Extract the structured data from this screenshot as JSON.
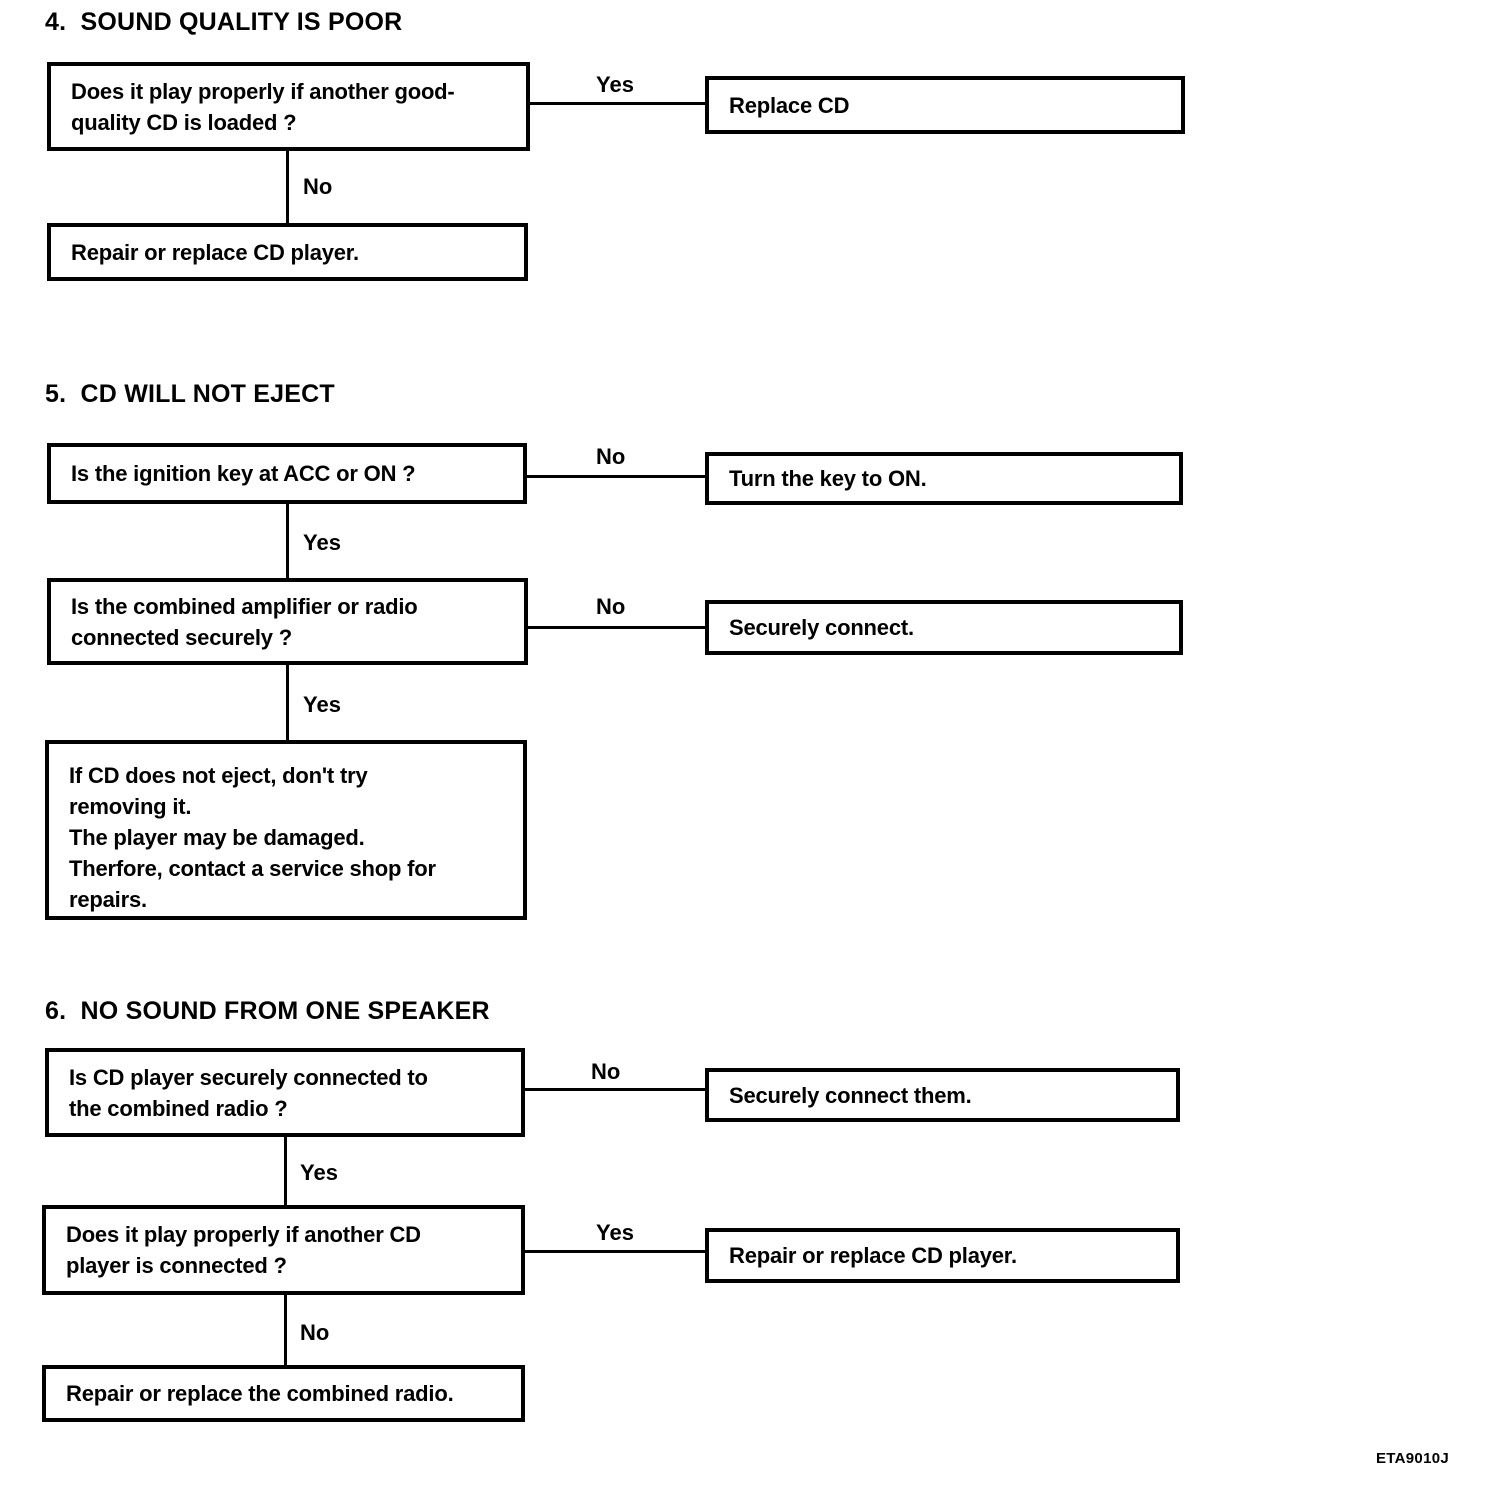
{
  "section4": {
    "title": "4.  SOUND QUALITY IS POOR",
    "q1": "Does it play properly if another good-\nquality CD is loaded ?",
    "q1_yes_label": "Yes",
    "q1_yes_result": "Replace CD",
    "q1_no_label": "No",
    "q1_no_result": "Repair or replace CD player."
  },
  "section5": {
    "title": "5.  CD WILL NOT EJECT",
    "q1": "Is the ignition key at ACC or ON ?",
    "q1_no_label": "No",
    "q1_no_result": "Turn the key to ON.",
    "q1_yes_label": "Yes",
    "q2": "Is the combined amplifier or radio\nconnected securely ?",
    "q2_no_label": "No",
    "q2_no_result": "Securely connect.",
    "q2_yes_label": "Yes",
    "final_note": "If  CD does not eject, don't try\nremoving it.\nThe player may be damaged.\nTherfore,  contact a service shop for\nrepairs."
  },
  "section6": {
    "title": "6.  NO SOUND FROM ONE SPEAKER",
    "q1": "Is CD player securely connected to\nthe combined radio ?",
    "q1_no_label": "No",
    "q1_no_result": "Securely connect them.",
    "q1_yes_label": "Yes",
    "q2": "Does it play properly if another CD\nplayer is connected ?",
    "q2_yes_label": "Yes",
    "q2_yes_result": "Repair or replace CD player.",
    "q2_no_label": "No",
    "q2_no_result": "Repair or replace the combined radio."
  },
  "footer": {
    "code": "ETA9010J"
  }
}
